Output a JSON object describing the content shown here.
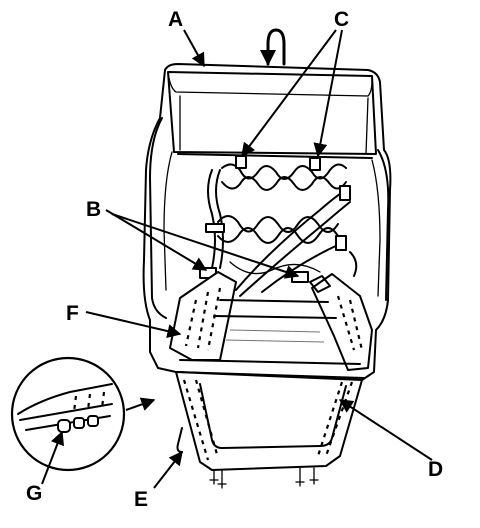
{
  "callouts": {
    "a": "A",
    "b": "B",
    "c": "C",
    "d": "D",
    "e": "E",
    "f": "F",
    "g": "G"
  },
  "colors": {
    "line": "#000000",
    "background": "#ffffff"
  }
}
